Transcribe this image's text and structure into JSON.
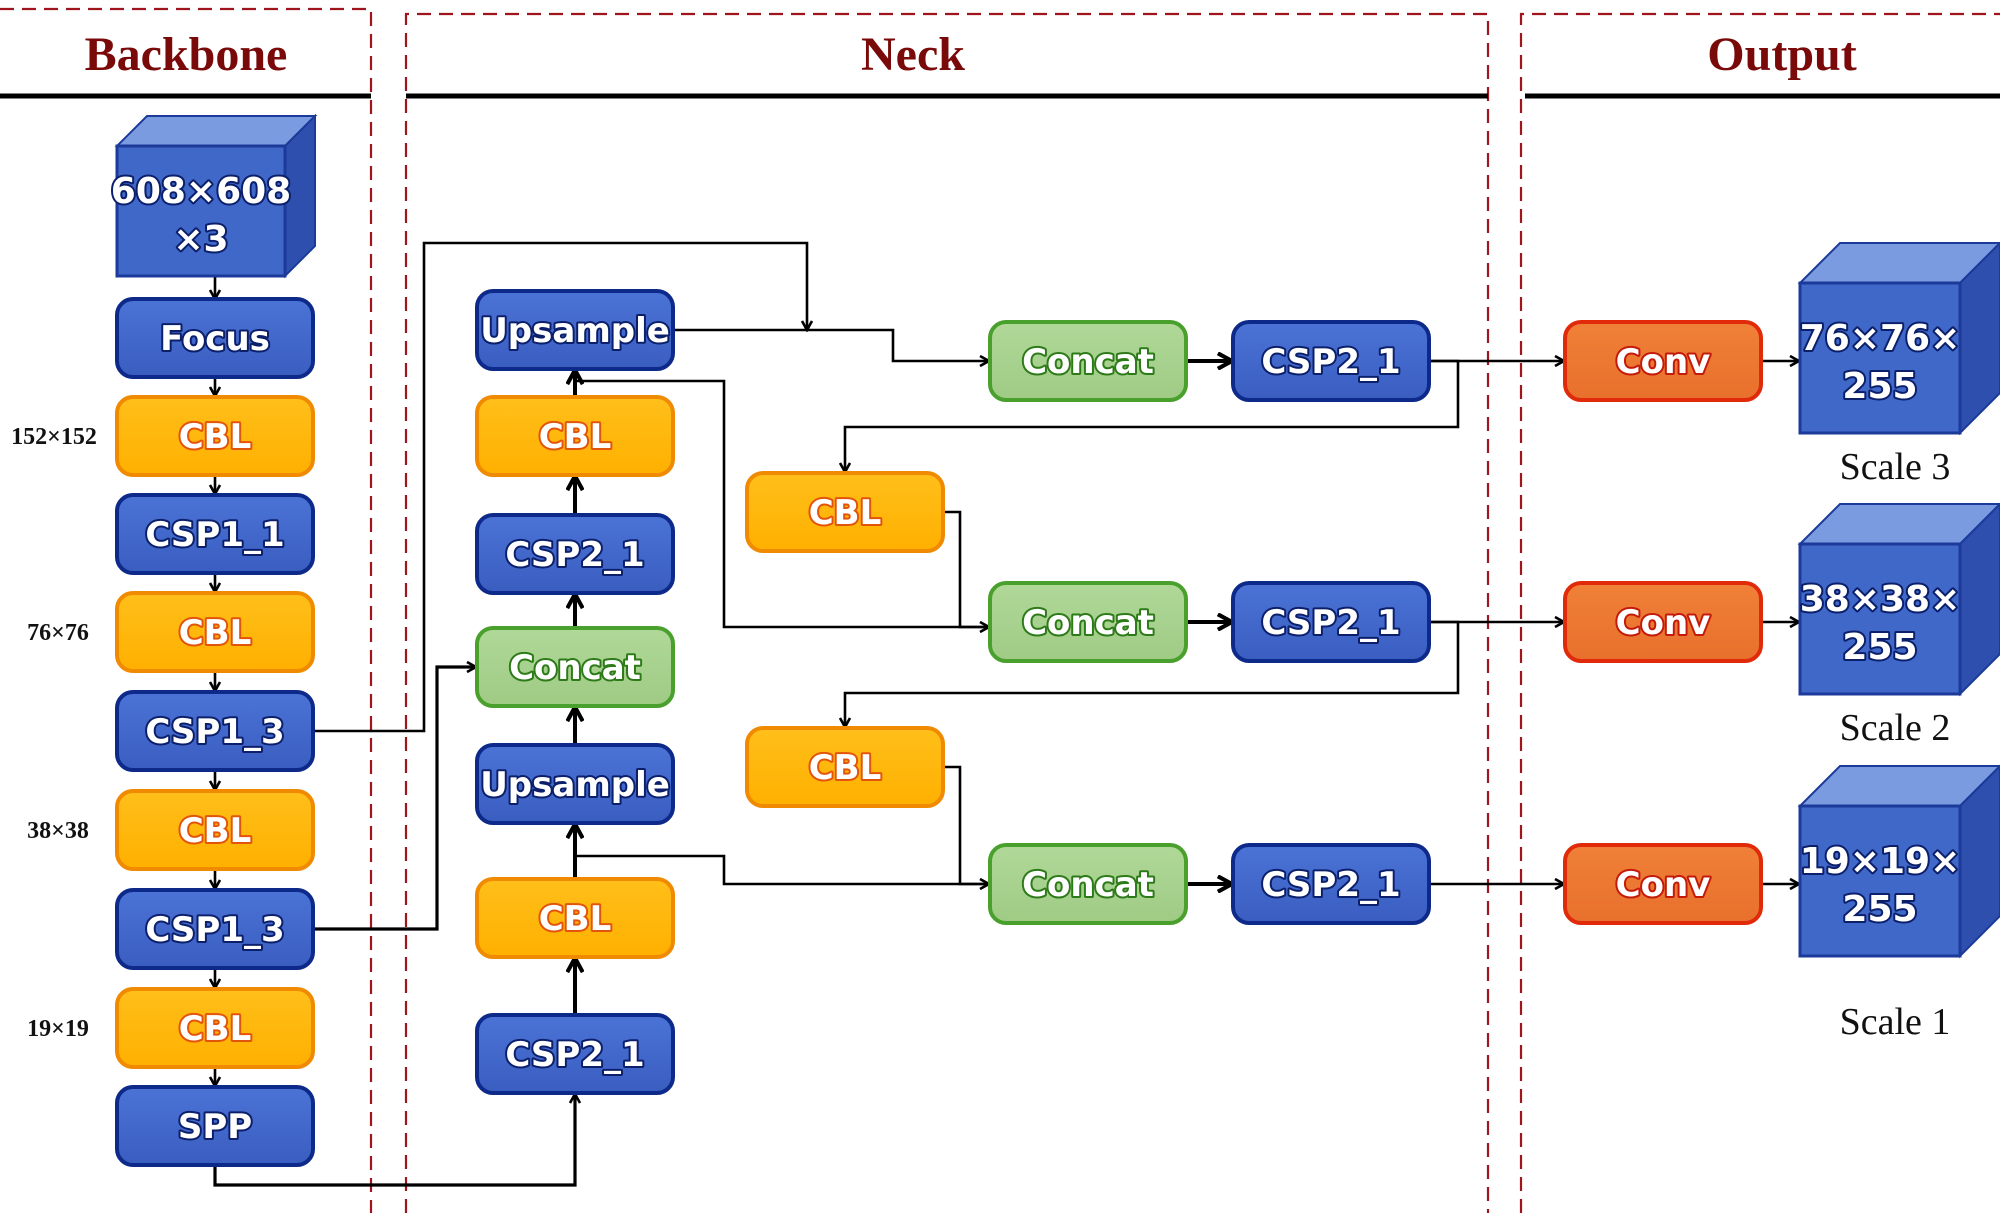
{
  "sections": {
    "backbone": "Backbone",
    "neck": "Neck",
    "output": "Output"
  },
  "colors": {
    "section_title": "#7a0a0a",
    "dashed_border": "#a0141e",
    "cbl": "#ffb300",
    "csp": "#3f63c4",
    "concat": "#a6d08c",
    "conv": "#ec7630",
    "cube": "#4068c8"
  },
  "input": {
    "line1": "608×608",
    "line2": "×3"
  },
  "backbone": {
    "nodes": [
      {
        "id": "focus",
        "label": "Focus",
        "type": "csp"
      },
      {
        "id": "b_cbl1",
        "label": "CBL",
        "type": "cbl",
        "dim": "152×152"
      },
      {
        "id": "csp1_1",
        "label": "CSP1_1",
        "type": "csp"
      },
      {
        "id": "b_cbl2",
        "label": "CBL",
        "type": "cbl",
        "dim": "76×76"
      },
      {
        "id": "csp1_3a",
        "label": "CSP1_3",
        "type": "csp"
      },
      {
        "id": "b_cbl3",
        "label": "CBL",
        "type": "cbl",
        "dim": "38×38"
      },
      {
        "id": "csp1_3b",
        "label": "CSP1_3",
        "type": "csp"
      },
      {
        "id": "b_cbl4",
        "label": "CBL",
        "type": "cbl",
        "dim": "19×19"
      },
      {
        "id": "spp",
        "label": "SPP",
        "type": "csp"
      }
    ]
  },
  "neck": {
    "column1": [
      {
        "id": "n_up1",
        "label": "Upsample",
        "type": "csp"
      },
      {
        "id": "n_cbl1",
        "label": "CBL",
        "type": "cbl"
      },
      {
        "id": "n_csp1",
        "label": "CSP2_1",
        "type": "csp"
      },
      {
        "id": "n_concat0",
        "label": "Concat",
        "type": "concat"
      },
      {
        "id": "n_up2",
        "label": "Upsample",
        "type": "csp"
      },
      {
        "id": "n_cbl2",
        "label": "CBL",
        "type": "cbl"
      },
      {
        "id": "n_csp0",
        "label": "CSP2_1",
        "type": "csp"
      }
    ],
    "column2": [
      {
        "id": "n_cbl3",
        "label": "CBL",
        "type": "cbl"
      },
      {
        "id": "n_cbl4",
        "label": "CBL",
        "type": "cbl"
      }
    ],
    "rows": [
      {
        "concat": "Concat",
        "csp": "CSP2_1"
      },
      {
        "concat": "Concat",
        "csp": "CSP2_1"
      },
      {
        "concat": "Concat",
        "csp": "CSP2_1"
      }
    ]
  },
  "output": {
    "heads": [
      {
        "conv": "Conv",
        "line1": "76×76×",
        "line2": "255",
        "scale": "Scale 3"
      },
      {
        "conv": "Conv",
        "line1": "38×38×",
        "line2": "255",
        "scale": "Scale 2"
      },
      {
        "conv": "Conv",
        "line1": "19×19×",
        "line2": "255",
        "scale": "Scale 1"
      }
    ]
  }
}
